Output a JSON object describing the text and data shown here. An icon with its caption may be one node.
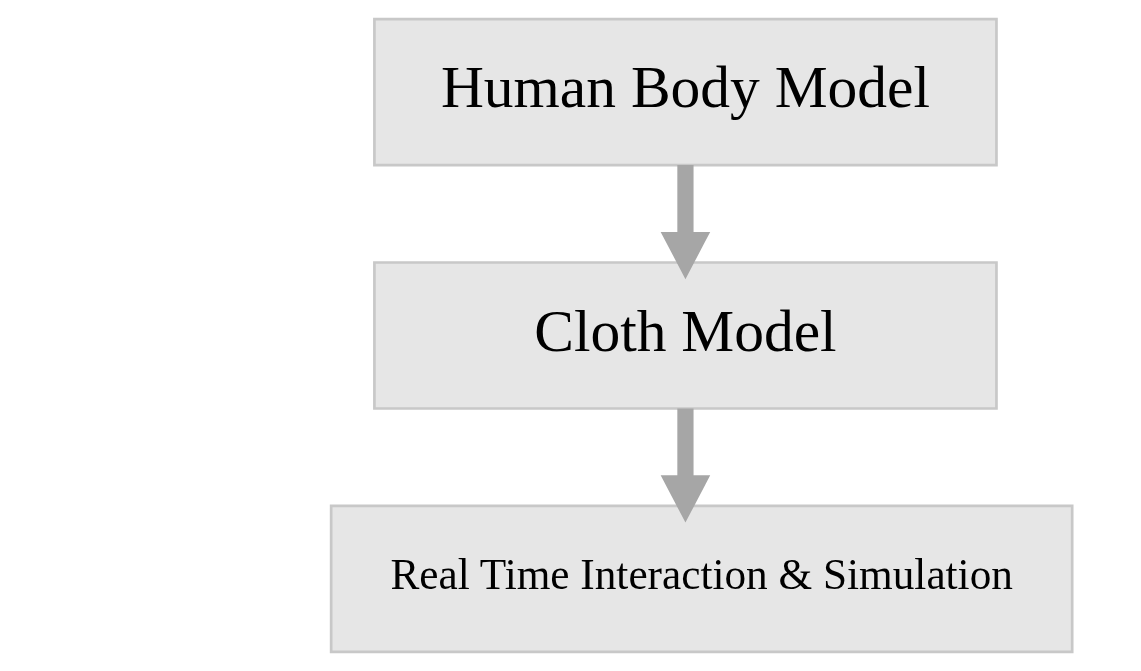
{
  "diagram": {
    "nodes": [
      {
        "text": [
          "Human Body Model"
        ]
      },
      {
        "text": [
          "Cloth Model"
        ]
      },
      {
        "text": [
          "Real Time Interaction & Simulation"
        ]
      }
    ],
    "edges": [
      {
        "from": 0,
        "to": 1,
        "arrow": "to"
      },
      {
        "from": 1,
        "to": 2,
        "arrow": "to"
      }
    ]
  }
}
